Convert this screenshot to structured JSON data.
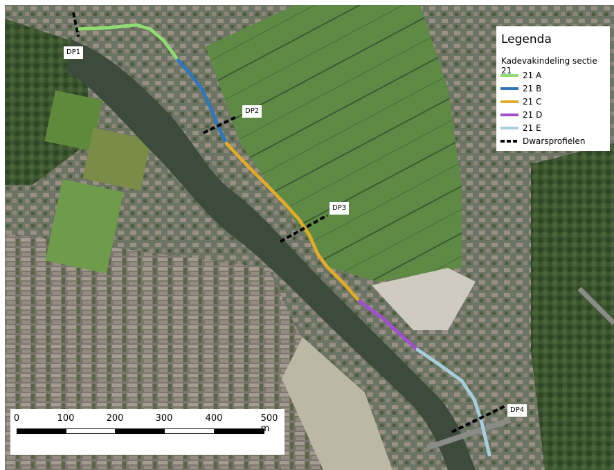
{
  "legend": {
    "title": "Legenda",
    "subtitle": "Kadevakindeling sectie 21",
    "items": [
      {
        "label": "21 A",
        "color": "#8fdc72"
      },
      {
        "label": "21 B",
        "color": "#2e77bd"
      },
      {
        "label": "21 C",
        "color": "#e0ab2a"
      },
      {
        "label": "21 D",
        "color": "#a04fd0"
      },
      {
        "label": "21 E",
        "color": "#a7cddd"
      },
      {
        "label": "Dwarsprofielen",
        "color": "#000000"
      }
    ]
  },
  "profiles": {
    "dp1": "DP1",
    "dp2": "DP2",
    "dp3": "DP3",
    "dp4": "DP4"
  },
  "scalebar": {
    "ticks": [
      "0",
      "100",
      "200",
      "300",
      "400"
    ],
    "last_tick": "500 m"
  }
}
